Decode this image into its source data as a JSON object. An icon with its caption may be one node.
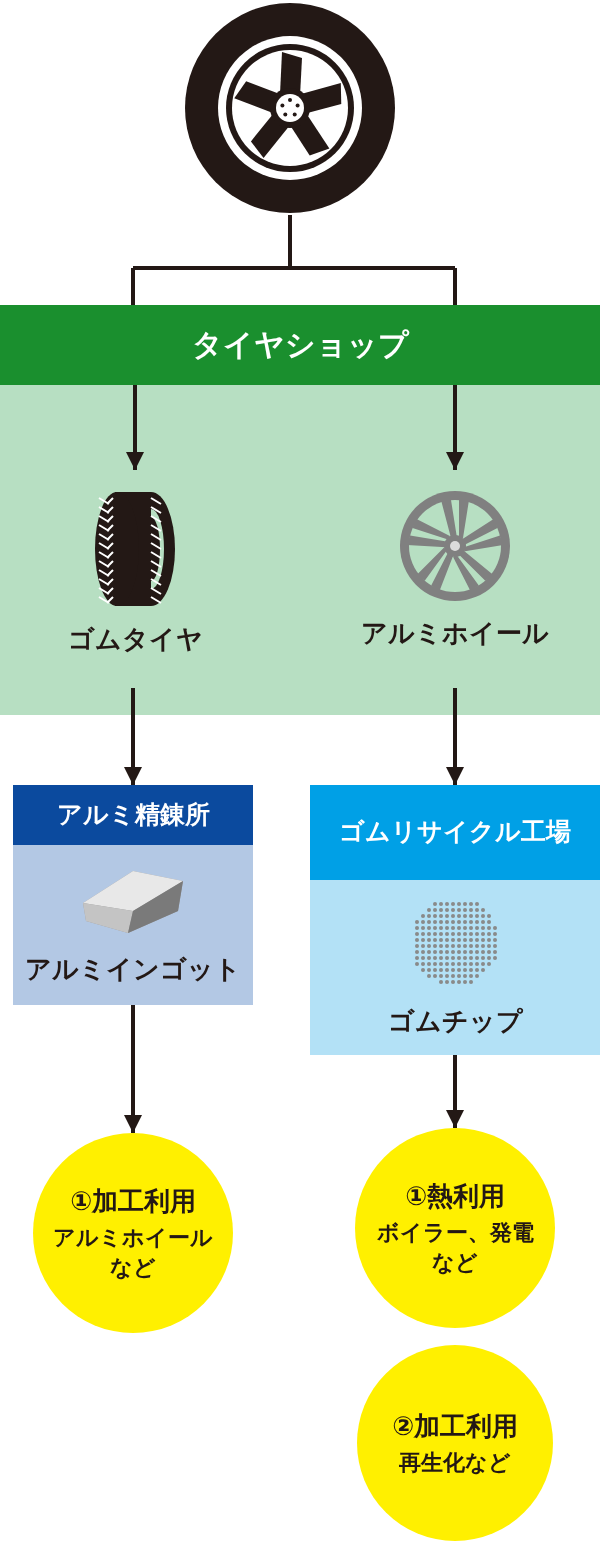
{
  "diagram": {
    "nodes": [
      {
        "text": [],
        "shape": "picture"
      },
      {
        "text": [
          "タイヤショップ"
        ]
      },
      {
        "text": [
          "ゴムタイヤ"
        ],
        "in": 1
      },
      {
        "text": [
          "アルミホイール"
        ],
        "in": 1
      },
      {
        "text": [
          "アルミ精錬所",
          "アルミインゴット"
        ]
      },
      {
        "text": [
          "ゴムリサイクル工場",
          "ゴムチップ"
        ]
      },
      {
        "text": [
          "①加工利用",
          "アルミホイールなど"
        ]
      },
      {
        "text": [
          "①熱利用",
          "ボイラー、発電など"
        ]
      },
      {
        "text": [
          "②加工利用",
          "再生化など"
        ]
      }
    ],
    "edges": [
      {
        "from": 0,
        "to": 1,
        "arrow": "none"
      },
      {
        "from": 1,
        "to": 2,
        "arrow": "to"
      },
      {
        "from": 1,
        "to": 3,
        "arrow": "to"
      },
      {
        "from": 2,
        "to": 4,
        "arrow": "to"
      },
      {
        "from": 3,
        "to": 5,
        "arrow": "to"
      },
      {
        "from": 4,
        "to": 6,
        "arrow": "to"
      },
      {
        "from": 5,
        "to": 7,
        "arrow": "to"
      }
    ]
  }
}
